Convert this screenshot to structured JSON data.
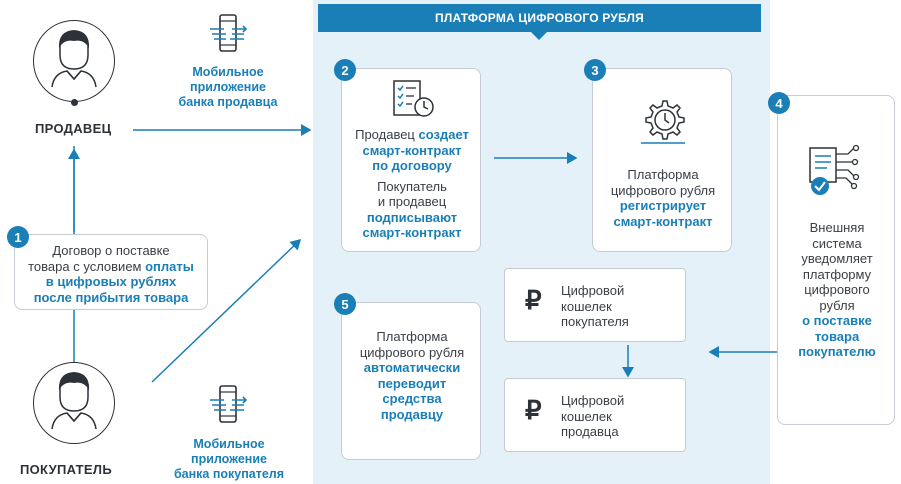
{
  "platform": {
    "title": "ПЛАТФОРМА ЦИФРОВОГО РУБЛЯ"
  },
  "seller": {
    "label": "ПРОДАВЕЦ",
    "app_label": [
      "Мобильное",
      "приложение",
      "банка продавца"
    ]
  },
  "buyer": {
    "label": "ПОКУПАТЕЛЬ",
    "app_label": [
      "Мобильное",
      "приложение",
      "банка покупателя"
    ]
  },
  "step1": {
    "number": "1",
    "line1": "Договор о поставке",
    "line2_plain": "товара с условием ",
    "line2_hl": "оплаты",
    "line3_hl": "в цифровых рублях",
    "line4_hl": "после прибытия товара"
  },
  "step2": {
    "number": "2",
    "a_line1_plain": "Продавец ",
    "a_line1_hl": "создает",
    "a_line2_hl": "смарт-контракт",
    "a_line3_hl": "по договору",
    "b_line1": "Покупатель",
    "b_line2": "и продавец",
    "b_line3_hl": "подписывают",
    "b_line4_hl": "смарт-контракт"
  },
  "step3": {
    "number": "3",
    "line1": "Платформа",
    "line2": "цифрового рубля",
    "line3_hl": "регистрирует",
    "line4_hl": "смарт-контракт"
  },
  "step4": {
    "number": "4",
    "lines_plain": [
      "Внешняя",
      "система",
      "уведомляет",
      "платформу",
      "цифрового",
      "рубля"
    ],
    "lines_hl": [
      "о поставке",
      "товара",
      "покупателю"
    ]
  },
  "step5": {
    "number": "5",
    "lines_plain": [
      "Платформа",
      "цифрового рубля"
    ],
    "lines_hl": [
      "автоматически",
      "переводит",
      "средства",
      "продавцу"
    ]
  },
  "wallet_buyer": {
    "symbol": "₽",
    "lines": [
      "Цифровой",
      "кошелек",
      "покупателя"
    ]
  },
  "wallet_seller": {
    "symbol": "₽",
    "lines": [
      "Цифровой",
      "кошелек",
      "продавца"
    ]
  },
  "colors": {
    "accent": "#1a7fb6",
    "platform_bg": "#e4f1f8",
    "dark": "#2d3238"
  },
  "icons": [
    "person-icon",
    "phone-transfer-icon",
    "checklist-clock-icon",
    "gear-clock-icon",
    "document-network-icon",
    "ruble-icon"
  ]
}
